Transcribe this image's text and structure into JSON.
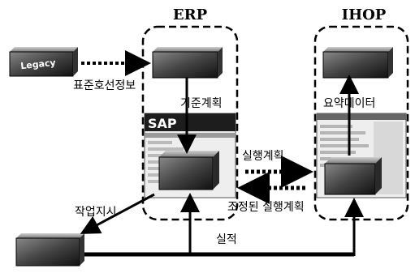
{
  "zones": {
    "erp": {
      "title": "ERP"
    },
    "ihop": {
      "title": "IHOP"
    }
  },
  "systems": {
    "legacy": {
      "label": "Legacy"
    },
    "sap": {
      "label": "SAP"
    }
  },
  "flows": {
    "standard_route": "표준호선정보",
    "base_plan": "기준계획",
    "summary_data": "요약데이터",
    "execution_plan": "실행계획",
    "adjusted_plan": "조정된 실행계획",
    "work_order": "작업지시",
    "actuals": "실적"
  },
  "colors": {
    "line": "#000000",
    "dashed_border": "#000000",
    "box_dark": "#2b2b2b",
    "screen_bg": "#eeeeee"
  }
}
